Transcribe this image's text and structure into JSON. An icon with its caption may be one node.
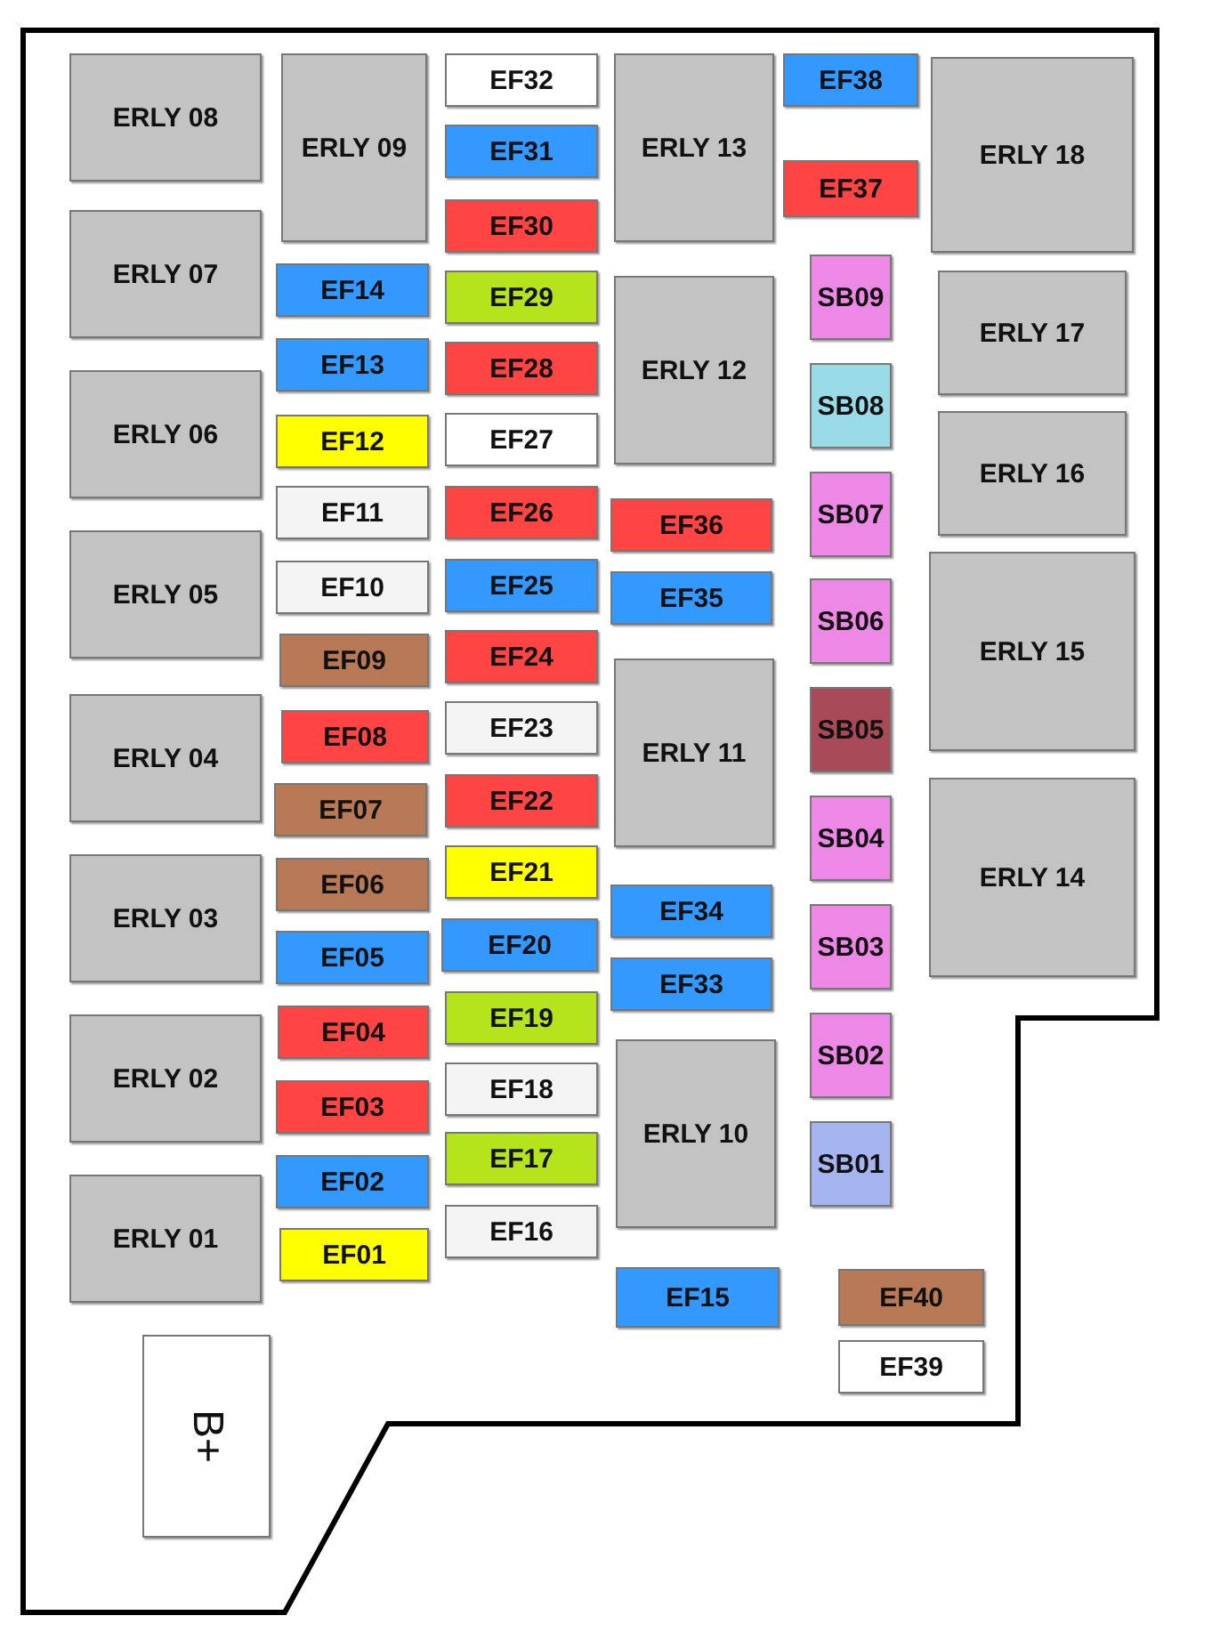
{
  "diagram": {
    "nodes": [
      {
        "text": [
          "ERLY 08"
        ]
      },
      {
        "text": [
          "ERLY 07"
        ]
      },
      {
        "text": [
          "ERLY 06"
        ]
      },
      {
        "text": [
          "ERLY 05"
        ]
      },
      {
        "text": [
          "ERLY 04"
        ]
      },
      {
        "text": [
          "ERLY 03"
        ]
      },
      {
        "text": [
          "ERLY 02"
        ]
      },
      {
        "text": [
          "ERLY 01"
        ]
      },
      {
        "text": [
          "B+"
        ]
      },
      {
        "text": [
          "ERLY 09"
        ]
      },
      {
        "text": [
          "EF14"
        ]
      },
      {
        "text": [
          "EF13"
        ]
      },
      {
        "text": [
          "EF12"
        ]
      },
      {
        "text": [
          "EF11"
        ]
      },
      {
        "text": [
          "EF10"
        ]
      },
      {
        "text": [
          "EF09"
        ]
      },
      {
        "text": [
          "EF08"
        ]
      },
      {
        "text": [
          "EF07"
        ]
      },
      {
        "text": [
          "EF06"
        ]
      },
      {
        "text": [
          "EF05"
        ]
      },
      {
        "text": [
          "EF04"
        ]
      },
      {
        "text": [
          "EF03"
        ]
      },
      {
        "text": [
          "EF02"
        ]
      },
      {
        "text": [
          "EF01"
        ]
      },
      {
        "text": [
          "EF32"
        ]
      },
      {
        "text": [
          "EF31"
        ]
      },
      {
        "text": [
          "EF30"
        ]
      },
      {
        "text": [
          "EF29"
        ]
      },
      {
        "text": [
          "EF28"
        ]
      },
      {
        "text": [
          "EF27"
        ]
      },
      {
        "text": [
          "EF26"
        ]
      },
      {
        "text": [
          "EF25"
        ]
      },
      {
        "text": [
          "EF24"
        ]
      },
      {
        "text": [
          "EF23"
        ]
      },
      {
        "text": [
          "EF22"
        ]
      },
      {
        "text": [
          "EF21"
        ]
      },
      {
        "text": [
          "EF20"
        ]
      },
      {
        "text": [
          "EF19"
        ]
      },
      {
        "text": [
          "EF18"
        ]
      },
      {
        "text": [
          "EF17"
        ]
      },
      {
        "text": [
          "EF16"
        ]
      },
      {
        "text": [
          "ERLY 13"
        ]
      },
      {
        "text": [
          "ERLY 12"
        ]
      },
      {
        "text": [
          "EF36"
        ]
      },
      {
        "text": [
          "EF35"
        ]
      },
      {
        "text": [
          "ERLY 11"
        ]
      },
      {
        "text": [
          "EF34"
        ]
      },
      {
        "text": [
          "EF33"
        ]
      },
      {
        "text": [
          "ERLY 10"
        ]
      },
      {
        "text": [
          "EF15"
        ]
      },
      {
        "text": [
          "EF38"
        ]
      },
      {
        "text": [
          "EF37"
        ]
      },
      {
        "text": [
          "SB09"
        ]
      },
      {
        "text": [
          "SB08"
        ]
      },
      {
        "text": [
          "SB07"
        ]
      },
      {
        "text": [
          "SB06"
        ]
      },
      {
        "text": [
          "SB05"
        ]
      },
      {
        "text": [
          "SB04"
        ]
      },
      {
        "text": [
          "SB03"
        ]
      },
      {
        "text": [
          "SB02"
        ]
      },
      {
        "text": [
          "SB01"
        ]
      },
      {
        "text": [
          "EF40"
        ]
      },
      {
        "text": [
          "EF39"
        ]
      },
      {
        "text": [
          "ERLY 18"
        ]
      },
      {
        "text": [
          "ERLY 17"
        ]
      },
      {
        "text": [
          "ERLY 16"
        ]
      },
      {
        "text": [
          "ERLY 15"
        ]
      },
      {
        "text": [
          "ERLY 14"
        ]
      }
    ]
  }
}
